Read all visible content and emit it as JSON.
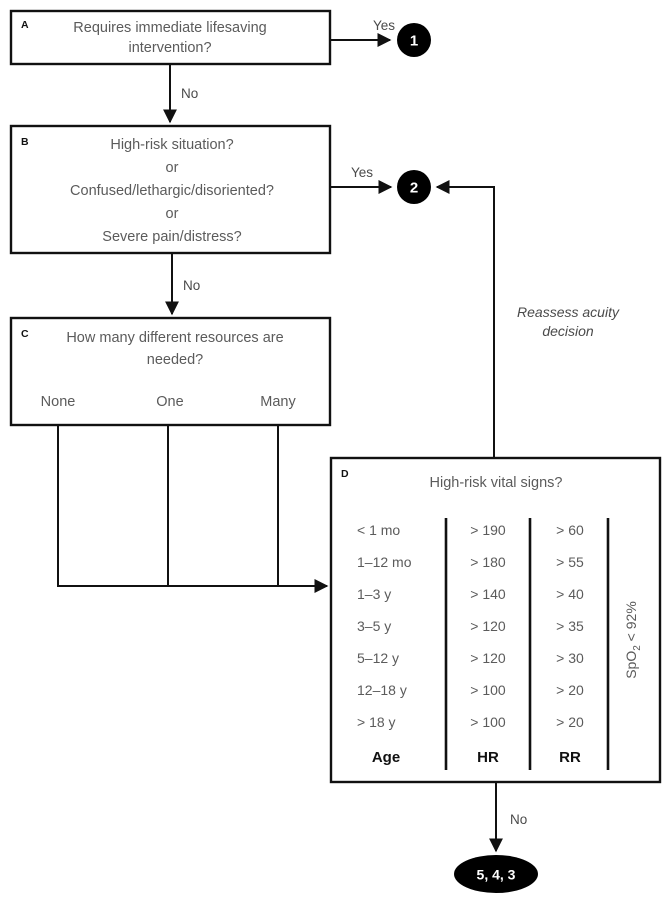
{
  "title": "Emergency Severity Index triage algorithm",
  "chart_data": {
    "type": "diagram",
    "diagram_kind": "flowchart",
    "title": "Emergency Severity Index triage algorithm",
    "nodes": [
      {
        "id": "A",
        "letter": "A",
        "kind": "decision-box",
        "lines": [
          "Requires immediate lifesaving",
          "intervention?"
        ]
      },
      {
        "id": "B",
        "letter": "B",
        "kind": "decision-box",
        "lines": [
          "High-risk situation?",
          "or",
          "Confused/lethargic/disoriented?",
          "or",
          "Severe pain/distress?"
        ]
      },
      {
        "id": "C",
        "letter": "C",
        "kind": "decision-box",
        "lines": [
          "How many different resources are",
          "needed?"
        ],
        "options": [
          "None",
          "One",
          "Many"
        ]
      },
      {
        "id": "D",
        "letter": "D",
        "kind": "decision-box",
        "lines": [
          "High-risk vital signs?"
        ]
      },
      {
        "id": "N1",
        "kind": "terminal-circle",
        "label": "1"
      },
      {
        "id": "N2",
        "kind": "terminal-circle",
        "label": "2"
      },
      {
        "id": "N543",
        "kind": "terminal-ellipse",
        "label": "5, 4, 3"
      }
    ],
    "edges": [
      {
        "from": "A",
        "to": "N1",
        "label": "Yes"
      },
      {
        "from": "A",
        "to": "B",
        "label": "No"
      },
      {
        "from": "B",
        "to": "N2",
        "label": "Yes"
      },
      {
        "from": "B",
        "to": "C",
        "label": "No"
      },
      {
        "from": "C",
        "to": "D",
        "label": ""
      },
      {
        "from": "D",
        "to": "N2",
        "label": "Reassess acuity decision"
      },
      {
        "from": "D",
        "to": "N543",
        "label": "No"
      }
    ]
  },
  "boxA": {
    "letter": "A",
    "line1": "Requires immediate lifesaving",
    "line2": "intervention?"
  },
  "boxB": {
    "letter": "B",
    "line1": "High-risk situation?",
    "line2": "or",
    "line3": "Confused/lethargic/disoriented?",
    "line4": "or",
    "line5": "Severe pain/distress?"
  },
  "boxC": {
    "letter": "C",
    "line1": "How many different resources are",
    "line2": "needed?",
    "option_none": "None",
    "option_one": "One",
    "option_many": "Many"
  },
  "boxD": {
    "letter": "D",
    "title": "High-risk vital signs?",
    "columns": [
      "Age",
      "HR",
      "RR"
    ],
    "spo2_label": "SpO",
    "spo2_sub": "2",
    "spo2_rest": " < 92%",
    "rows": [
      {
        "age": "< 1 mo",
        "hr": "> 190",
        "rr": "> 60"
      },
      {
        "age": "1–12 mo",
        "hr": "> 180",
        "rr": "> 55"
      },
      {
        "age": "1–3 y",
        "hr": "> 140",
        "rr": "> 40"
      },
      {
        "age": "3–5 y",
        "hr": "> 120",
        "rr": "> 35"
      },
      {
        "age": "5–12 y",
        "hr": "> 120",
        "rr": "> 30"
      },
      {
        "age": "12–18 y",
        "hr": "> 100",
        "rr": "> 20"
      },
      {
        "age": "> 18 y",
        "hr": "> 100",
        "rr": "> 20"
      }
    ],
    "col_head_age": "Age",
    "col_head_hr": "HR",
    "col_head_rr": "RR"
  },
  "edges": {
    "a_yes": "Yes",
    "a_no": "No",
    "b_yes": "Yes",
    "b_no": "No",
    "d_no": "No",
    "reassess_line1": "Reassess acuity",
    "reassess_line2": "decision"
  },
  "terminals": {
    "node1": "1",
    "node2": "2",
    "node543": "5, 4, 3"
  },
  "colors": {
    "box_stroke": "#111111",
    "text": "#5b5b5b",
    "terminal_fill": "#000000",
    "terminal_text": "#ffffff",
    "background": "#ffffff"
  }
}
